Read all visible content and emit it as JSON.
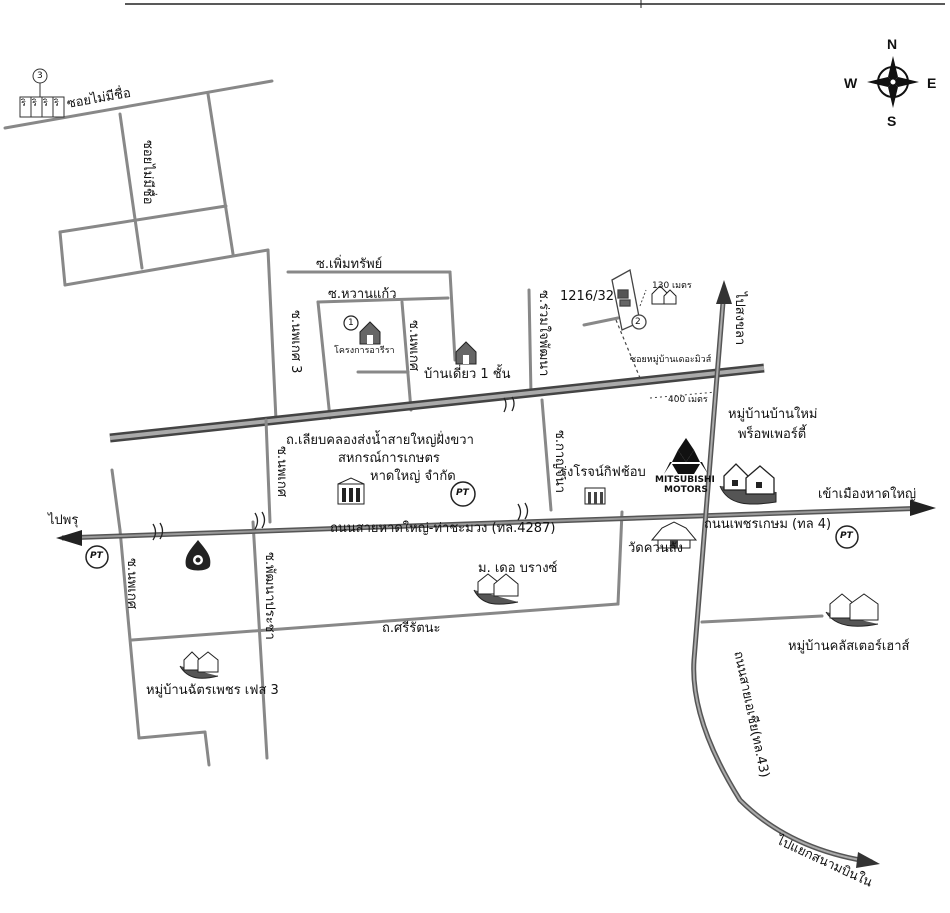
{
  "compass": {
    "n": "N",
    "s": "S",
    "e": "E",
    "w": "W"
  },
  "roads": {
    "unnamed_soi_top": "ซอยไม่มีชื่อ",
    "unnamed_soi_vertical": "ซอยไม่มีชื่อ",
    "soi_phoem_sap": "ซ.เพิ่มทรัพย์",
    "soi_wan_kaeo": "ซ.หวานแก้ว",
    "soi_left_vertical": "ซ.นพเกศ 3",
    "soi_middle_vertical": "ซ.นพเกศ",
    "soi_ruam_jai": "ซ.ร่วมใจพัฒนา",
    "canal_road": "ถ.เลียบคลองส่งน้ำสายใหญ่ฝั่งขวา",
    "soi_lower_left": "ซ.นพเกศ",
    "soi_lower_right": "ซ.กาญจนา",
    "main_road": "ถนนสายหาดใหญ่-ท่าชะมวง (ทล.4287)",
    "phetkasem": "ถนนเพชรเกษม (ทล 4)",
    "si_rattana": "ถ.ศรีรัตนะ",
    "soi_far_left": "ซ.นพเกศ",
    "soi_lower_mid": "ซ.พัฒนาประชา",
    "asian_highway": "ถนนสายเอเชีย(ทล.43)",
    "to_ban_phru": "ไปพรุ",
    "to_hat_yai": "เข้าเมืองหาดใหญ่",
    "to_songkhla": "ไปสงขลา",
    "to_sanam_bin": "ไปแยกสนามบินใน"
  },
  "places": {
    "project_1": "โครงการอารีรา",
    "single_storey": "บ้านเดี่ยว 1 ชั้น",
    "cooperative_1": "สหกรณ์การเกษตร",
    "cooperative_2": "หาดใหญ่ จำกัด",
    "rungroj": "รุ่งโรจน์กิฟช้อบ",
    "mitsubishi_1": "MITSUBISHI",
    "mitsubishi_2": "MOTORS",
    "village_new_1": "หมู่บ้านบ้านใหม่",
    "village_new_2": "พร็อพเพอร์ตี้",
    "wat": "วัดควนลัง",
    "m_the_bridge": "ม. เดอ บรางซ์",
    "village_cluster": "หมู่บ้านคลัสเตอร์เฮาส์",
    "village_chatpetch": "หมู่บ้านฉัตรเพชร เฟส 3",
    "plot_number": "1216/32",
    "meters_130": "130 เมตร",
    "meters_400": "400 เมตร",
    "soi_village_note": "ซอยหมู่บ้านเดอะมิวส์",
    "marker_1": "1",
    "marker_2": "2",
    "marker_3": "3",
    "plot_tiles": [
      "ริ",
      "ริ",
      "ริ",
      "ริ"
    ],
    "pt_logo": "PT"
  }
}
